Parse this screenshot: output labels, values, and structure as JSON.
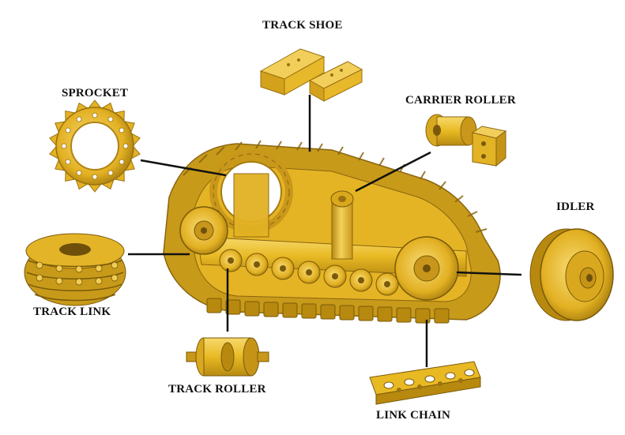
{
  "labels": {
    "track_shoe": "TRACK SHOE",
    "sprocket": "SPROCKET",
    "carrier_roller": "CARRIER ROLLER",
    "idler": "IDLER",
    "track_link": "TRACK LINK",
    "track_roller": "TRACK ROLLER",
    "link_chain": "LINK CHAIN"
  },
  "colors": {
    "part_yellow": "#e8b923",
    "part_light": "#f5d66a",
    "part_shadow": "#b08412",
    "part_dark": "#7a5a0a",
    "leader_line": "#111111",
    "label_text": "#111111"
  },
  "icons": {
    "main_assembly": "undercarriage-assembly-icon",
    "track_shoe": "track-shoe-icon",
    "sprocket": "sprocket-icon",
    "carrier_roller": "carrier-roller-icon",
    "idler": "idler-wheel-icon",
    "track_link": "track-link-icon",
    "track_roller": "track-roller-icon",
    "link_chain": "link-chain-icon"
  }
}
